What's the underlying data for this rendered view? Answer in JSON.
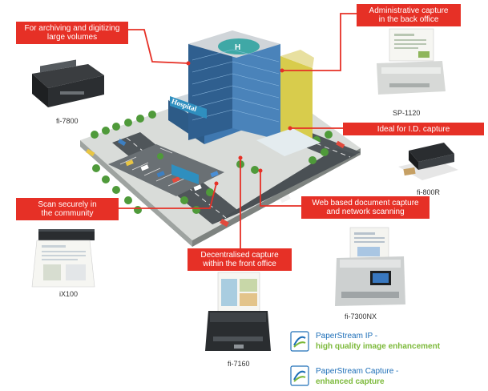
{
  "callouts": {
    "archiving": [
      "For archiving and digitizing",
      "large volumes"
    ],
    "admin": [
      "Administrative capture",
      "in the back office"
    ],
    "id": [
      "Ideal for I.D. capture"
    ],
    "community": [
      "Scan securely in",
      "the community"
    ],
    "web": [
      "Web based document capture",
      "and network scanning"
    ],
    "front": [
      "Decentralised capture",
      "within the front office"
    ]
  },
  "products": {
    "fi7800": "fi-7800",
    "sp1120": "SP-1120",
    "fi800r": "fi-800R",
    "ix100": "iX100",
    "fi7300nx": "fi-7300NX",
    "fi7160": "fi-7160"
  },
  "building_sign": "Hospital",
  "legend": [
    {
      "title": "PaperStream IP -",
      "subtitle": "high quality image enhancement"
    },
    {
      "title": "PaperStream Capture -",
      "subtitle": "enhanced capture"
    }
  ],
  "colors": {
    "callout": "#e63026",
    "legend_title": "#1e6fb8",
    "legend_subtitle": "#7cb93a"
  },
  "icons": [
    "paperstream-ip-logo",
    "paperstream-capture-logo"
  ]
}
